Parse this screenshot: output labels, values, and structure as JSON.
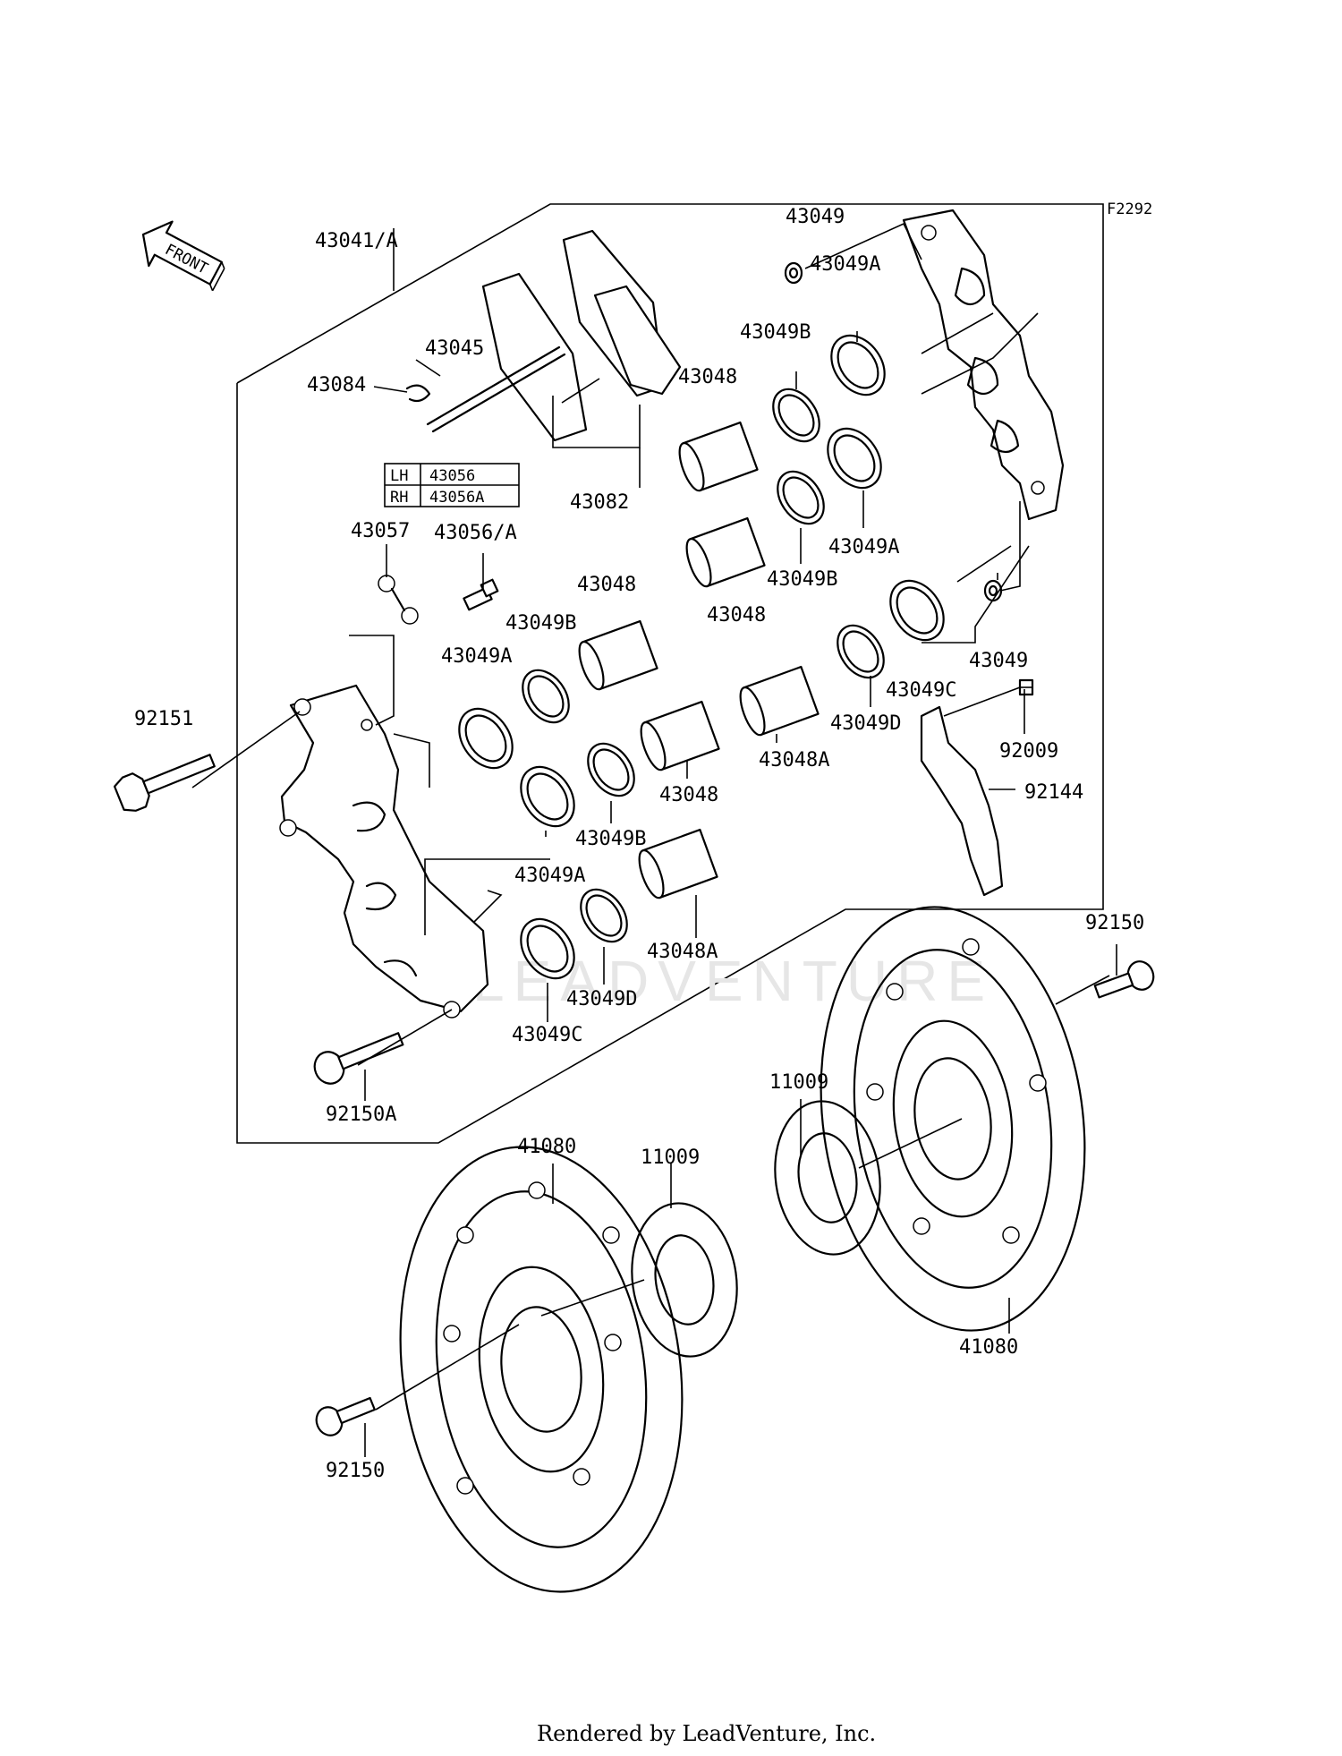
{
  "diagram": {
    "ref_code": "F2292",
    "front_arrow_label": "FRONT",
    "watermark": "LEADVENTURE",
    "footer": "Rendered by LeadVenture, Inc.",
    "table": {
      "rows": [
        {
          "side": "LH",
          "part": "43056"
        },
        {
          "side": "RH",
          "part": "43056A"
        }
      ]
    },
    "labels": {
      "p43041": "43041/A",
      "p43045": "43045",
      "p43084": "43084",
      "p43082": "43082",
      "p43057": "43057",
      "p43056a": "43056/A",
      "p92151": "92151",
      "p43049_top": "43049",
      "p43049a_top": "43049A",
      "p43049b_1": "43049B",
      "p43048_1": "43048",
      "p43049a_2": "43049A",
      "p43049b_2": "43049B",
      "p43048_2": "43048",
      "p43048_3": "43048",
      "p43049b_3": "43049B",
      "p43049a_3": "43049A",
      "p43049_right": "43049",
      "p43049c_right": "43049C",
      "p92009": "92009",
      "p43049d_right": "43049D",
      "p43048a_1": "43048A",
      "p92144": "92144",
      "p43048_4": "43048",
      "p43049b_4": "43049B",
      "p43049a_4": "43049A",
      "p43048a_2": "43048A",
      "p43049d_left": "43049D",
      "p43049c_left": "43049C",
      "p92150a": "92150A",
      "p92150_right": "92150",
      "p11009_right": "11009",
      "p41080_left": "41080",
      "p11009_left": "11009",
      "p41080_right": "41080",
      "p92150_left": "92150"
    }
  }
}
